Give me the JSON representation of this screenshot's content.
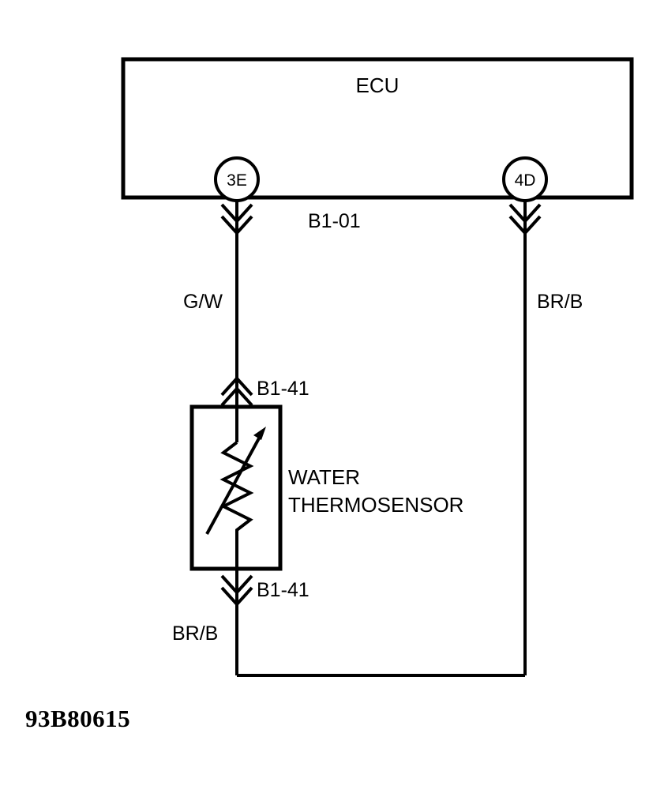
{
  "diagram": {
    "type": "automotive-wiring-schematic",
    "figure_id": "93B80615",
    "background_color": "#ffffff",
    "line_color": "#000000",
    "ecu": {
      "label": "ECU",
      "terminals": [
        {
          "id": "3E",
          "side": "left"
        },
        {
          "id": "4D",
          "side": "right"
        }
      ]
    },
    "connectors": {
      "ecu_harness": "B1-01",
      "sensor_top": "B1-41",
      "sensor_bottom": "B1-41"
    },
    "wires": [
      {
        "name": "signal",
        "color_code": "G/W",
        "from": "3E",
        "to": "sensor-top"
      },
      {
        "name": "ground-right",
        "color_code": "BR/B",
        "from": "4D",
        "to": "ground-return"
      },
      {
        "name": "ground-left",
        "color_code": "BR/B",
        "from": "sensor-bottom",
        "to": "ground-return"
      }
    ],
    "component": {
      "name_line1": "WATER",
      "name_line2": "THERMOSENSOR",
      "symbol": "variable-resistor-thermistor"
    }
  }
}
